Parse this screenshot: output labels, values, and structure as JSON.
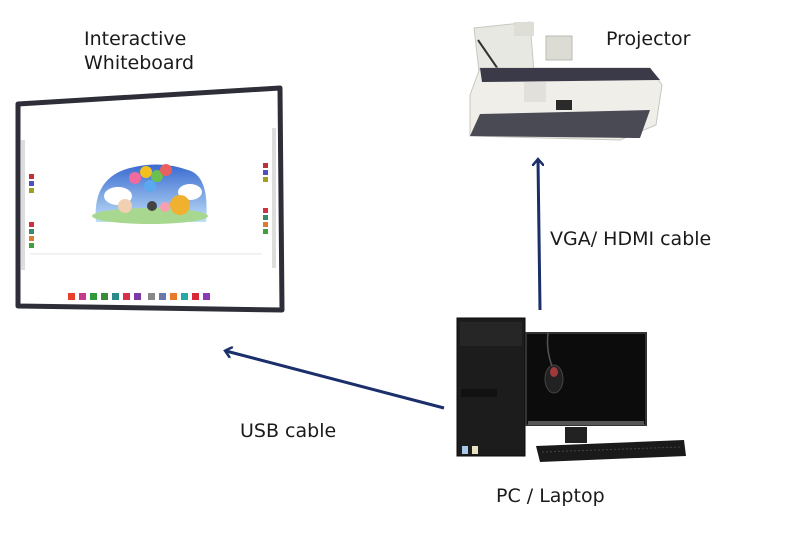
{
  "diagram": {
    "nodes": [
      {
        "id": "whiteboard",
        "label_line1": "Interactive",
        "label_line2": "Whiteboard"
      },
      {
        "id": "projector",
        "label": "Projector"
      },
      {
        "id": "pc",
        "label": "PC / Laptop"
      }
    ],
    "edges": [
      {
        "from": "pc",
        "to": "projector",
        "label": "VGA/ HDMI cable"
      },
      {
        "from": "pc",
        "to": "whiteboard",
        "label": "USB cable"
      }
    ]
  },
  "colors": {
    "arrow": "#1a2f6b",
    "board_frame": "#2e2e38",
    "text": "#1a1a1a"
  },
  "whiteboard_toolbar": {
    "bottom_icon_colors": [
      "#e8402a",
      "#c43b8c",
      "#2e9a3a",
      "#3a8a3a",
      "#2a8a8a",
      "#d8304a",
      "#7a3aa8",
      "#888888",
      "#6a7aa8",
      "#e87a2a",
      "#2aa8a8",
      "#d8283a",
      "#8a3ab8"
    ]
  }
}
